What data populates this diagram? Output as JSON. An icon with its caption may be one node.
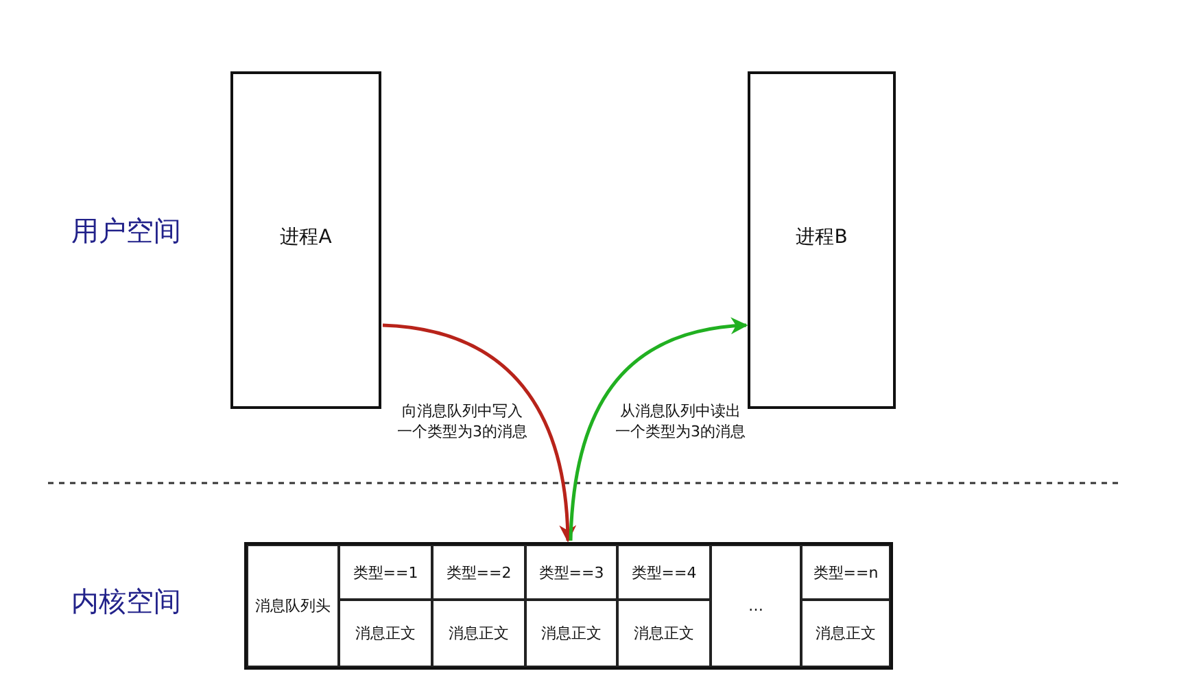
{
  "diagram": {
    "nodes": [
      {
        "text": [
          "进程A"
        ]
      },
      {
        "text": [
          "进程B"
        ]
      },
      {
        "text": [],
        "shape": "box"
      },
      {
        "text": [
          "消息队列头"
        ],
        "in": 2
      },
      {
        "text": [
          "类型==1"
        ],
        "in": 2
      },
      {
        "text": [
          "消息正文"
        ],
        "in": 2
      },
      {
        "text": [
          "类型==2"
        ],
        "in": 2
      },
      {
        "text": [
          "消息正文"
        ],
        "in": 2
      },
      {
        "text": [
          "类型==3"
        ],
        "in": 2
      },
      {
        "text": [
          "消息正文"
        ],
        "in": 2
      },
      {
        "text": [
          "类型==4"
        ],
        "in": 2
      },
      {
        "text": [
          "消息正文"
        ],
        "in": 2
      },
      {
        "text": [
          "…"
        ],
        "in": 2
      },
      {
        "text": [
          "类型==n"
        ],
        "in": 2
      },
      {
        "text": [
          "消息正文"
        ],
        "in": 2
      }
    ],
    "edges": [
      {
        "from": 0,
        "to": 8,
        "arrow": "to",
        "label": "向消息队列中写入一个类型为3的消息",
        "color": "#b8231a"
      },
      {
        "from": 8,
        "to": 1,
        "arrow": "to",
        "label": "从消息队列中读出一个类型为3的消息",
        "color": "#21b021"
      }
    ],
    "labels": [
      "用户空间",
      "内核空间"
    ]
  }
}
